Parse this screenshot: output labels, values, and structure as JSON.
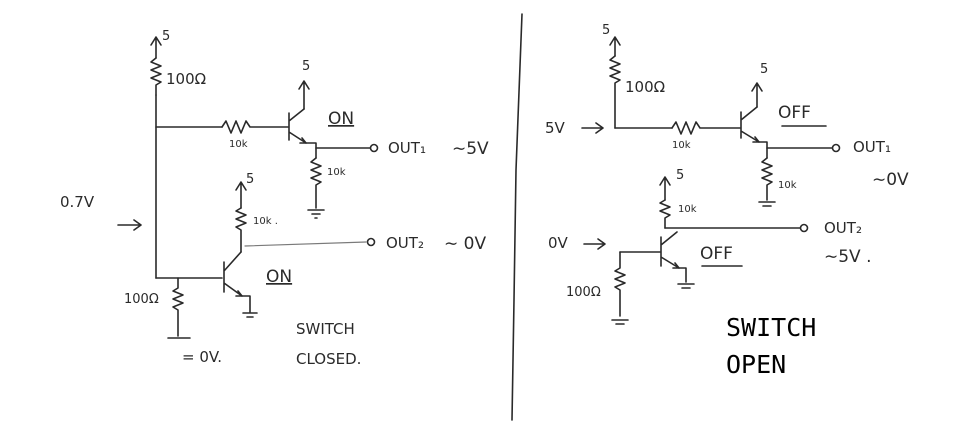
{
  "left": {
    "supply": "5",
    "r_top": "100Ω",
    "r_base": "10k",
    "q1_state": "ON",
    "out1": "OUT₁",
    "out1_val": "∼5V",
    "r_q1": "10k",
    "supply_q1": "5",
    "input_v": "0.7V",
    "supply_q2": "5",
    "r_q2": "10k .",
    "out2": "OUT₂",
    "out2_val": "∼ 0V",
    "q2_state": "ON",
    "r_bottom": "100Ω",
    "gnd_label": "= 0V.",
    "caption_line1": "SWITCH",
    "caption_line2": "CLOSED."
  },
  "right": {
    "supply": "5",
    "r_top": "100Ω",
    "input_5v": "5V",
    "r_base": "10k",
    "supply_q1": "5",
    "q1_state": "OFF",
    "out1": "OUT₁",
    "r_q1": "10k",
    "out1_val": "∼0V",
    "supply_q2": "5",
    "r_q2": "10k",
    "out2": "OUT₂",
    "input_0v": "0V",
    "q2_state": "OFF",
    "out2_val": "∼5V .",
    "r_bottom": "100Ω",
    "caption_line1": "SWITCH",
    "caption_line2": "OPEN"
  }
}
